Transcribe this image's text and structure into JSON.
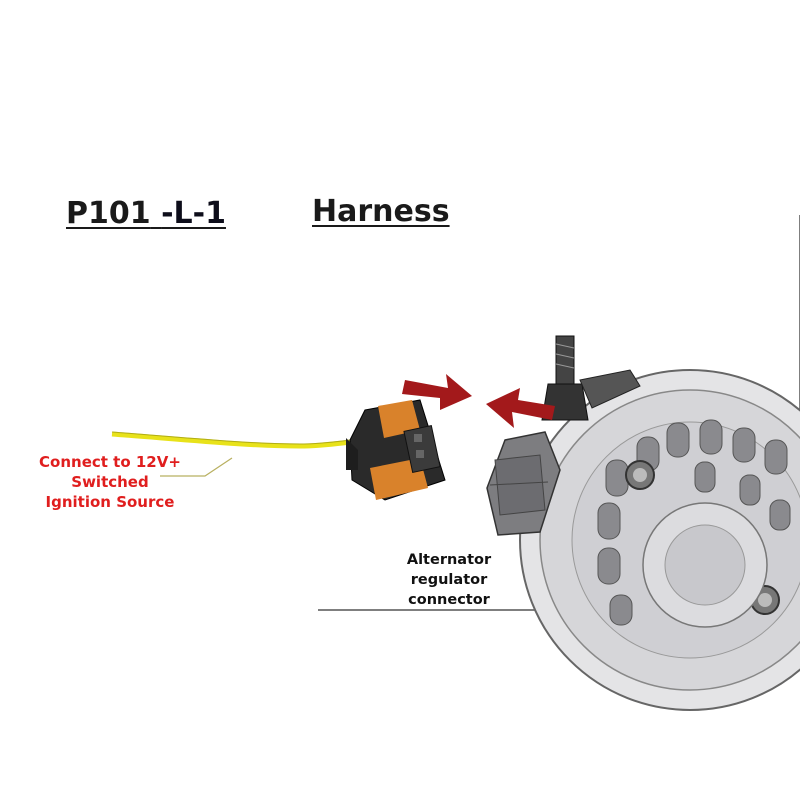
{
  "titles": {
    "part_number_main": "P101",
    "part_number_suffix": "-L-1",
    "harness": "Harness"
  },
  "labels": {
    "connect_line1": "Connect to 12V+",
    "connect_line2": "Switched",
    "connect_line3": "Ignition Source",
    "alt_line1": "Alternator",
    "alt_line2": "regulator",
    "alt_line3": "connector"
  },
  "colors": {
    "wire": "#e8e21a",
    "arrow": "#a3191b",
    "label_red": "#e01e1e",
    "connector_band": "#d9822b"
  },
  "icons": [
    "arrow-right-icon",
    "arrow-left-icon"
  ]
}
